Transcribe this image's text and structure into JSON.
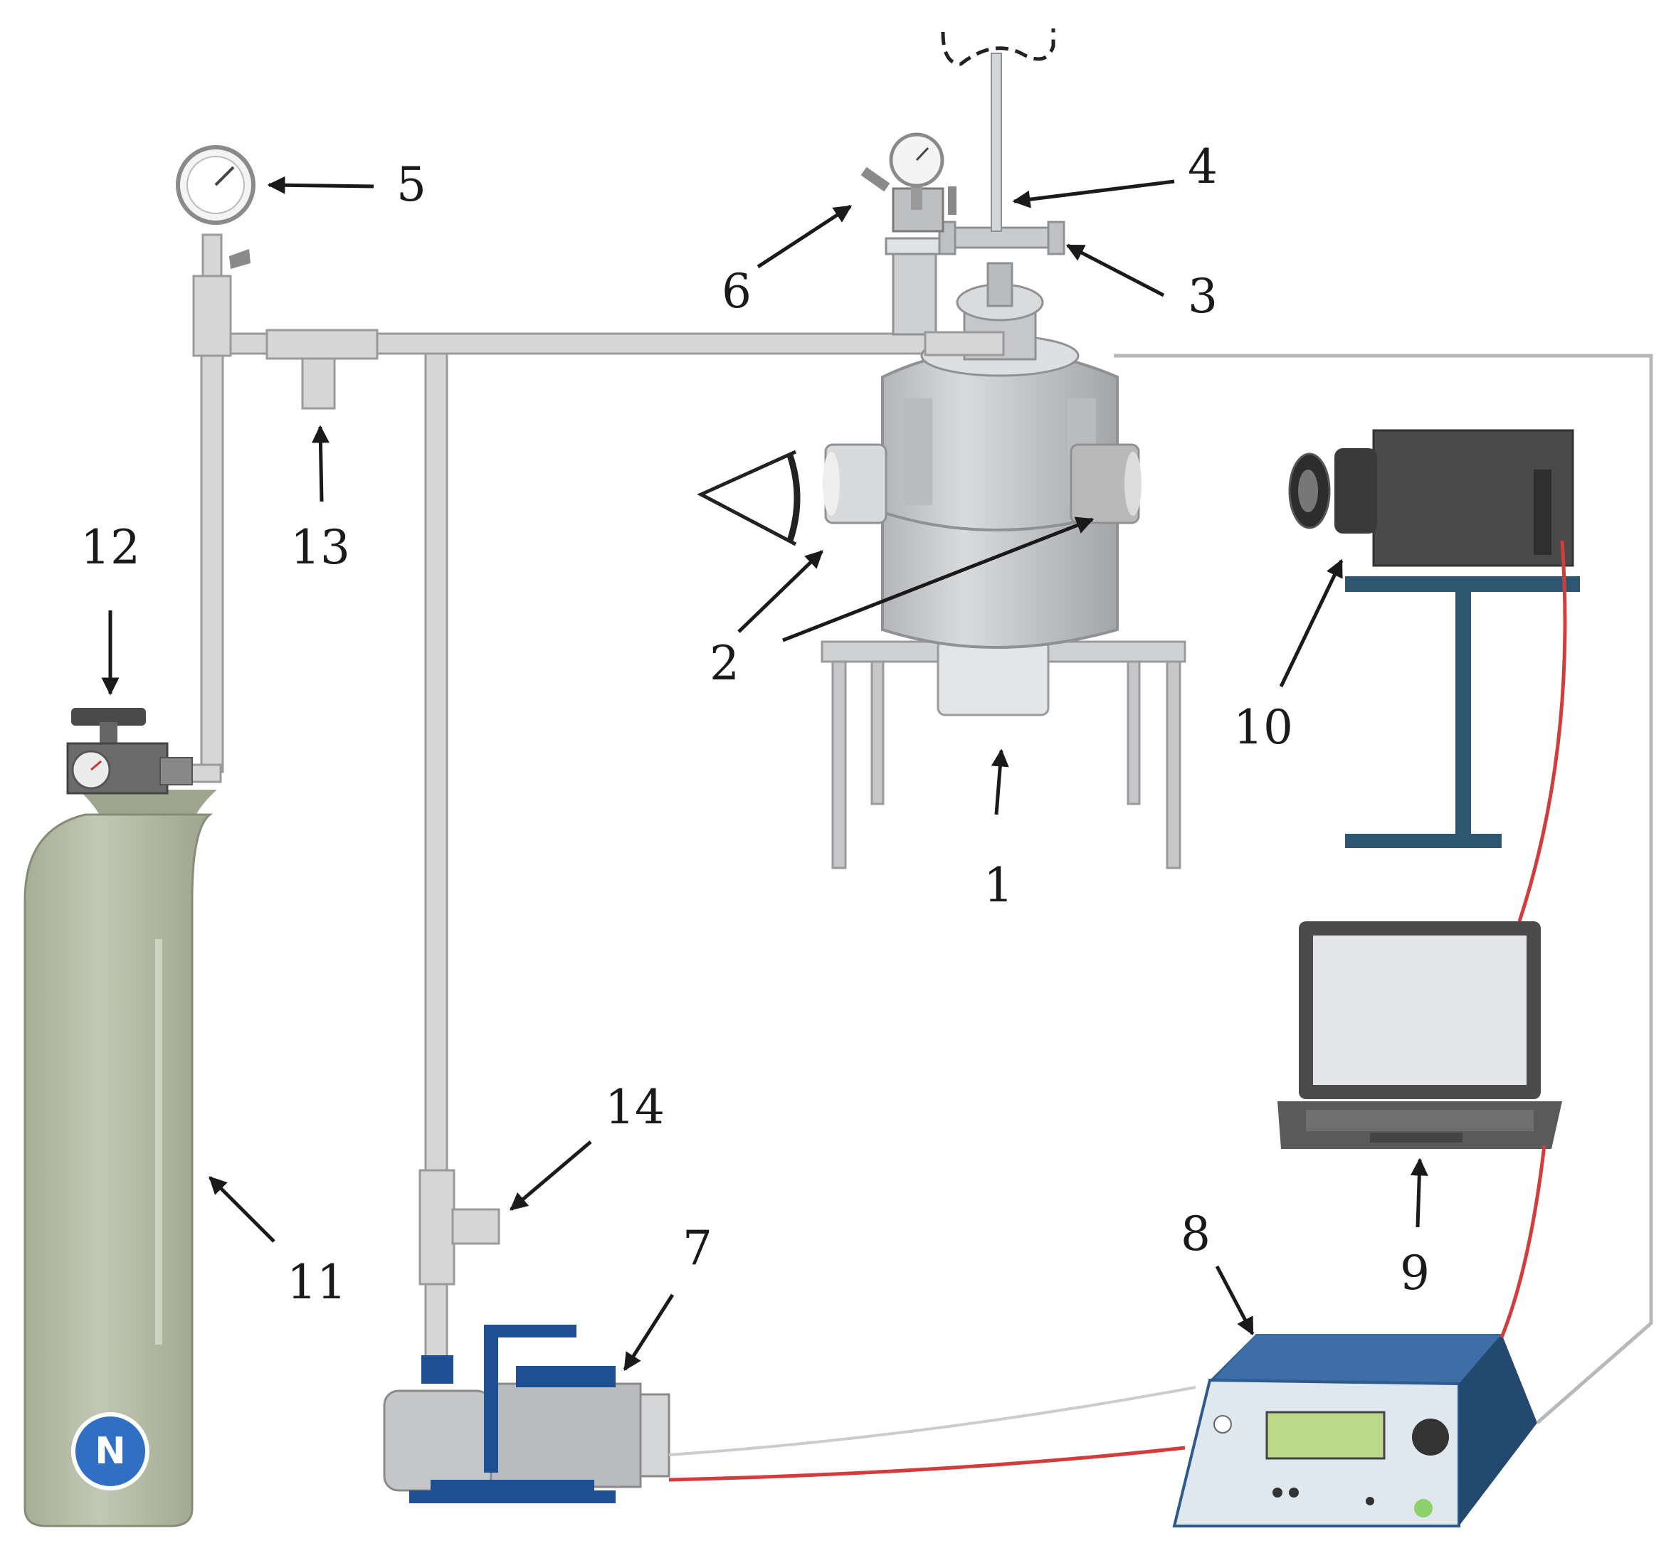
{
  "callouts": [
    "1",
    "2",
    "3",
    "4",
    "5",
    "6",
    "7",
    "8",
    "9",
    "10",
    "11",
    "12",
    "13",
    "14"
  ],
  "cylinder_badge": "N",
  "colors": {
    "pipe": "#d6d6d6",
    "pipe_stroke": "#9a9a9a",
    "vessel": "#c9cbcd",
    "vessel_dark": "#a8aaad",
    "cylinder": "#b2b9a2",
    "badge": "#2f6fc4",
    "pump_blue": "#1f4f92",
    "controller_blue": "#2e5a8e",
    "wire_red": "#d43c3c",
    "camera": "#4a4a4a",
    "stand": "#2f5670"
  },
  "icons": [
    "pressure-gauge-icon",
    "eye-icon",
    "camera-icon",
    "laptop-icon",
    "vacuum-pump-icon",
    "controller-icon",
    "gas-cylinder-icon"
  ]
}
